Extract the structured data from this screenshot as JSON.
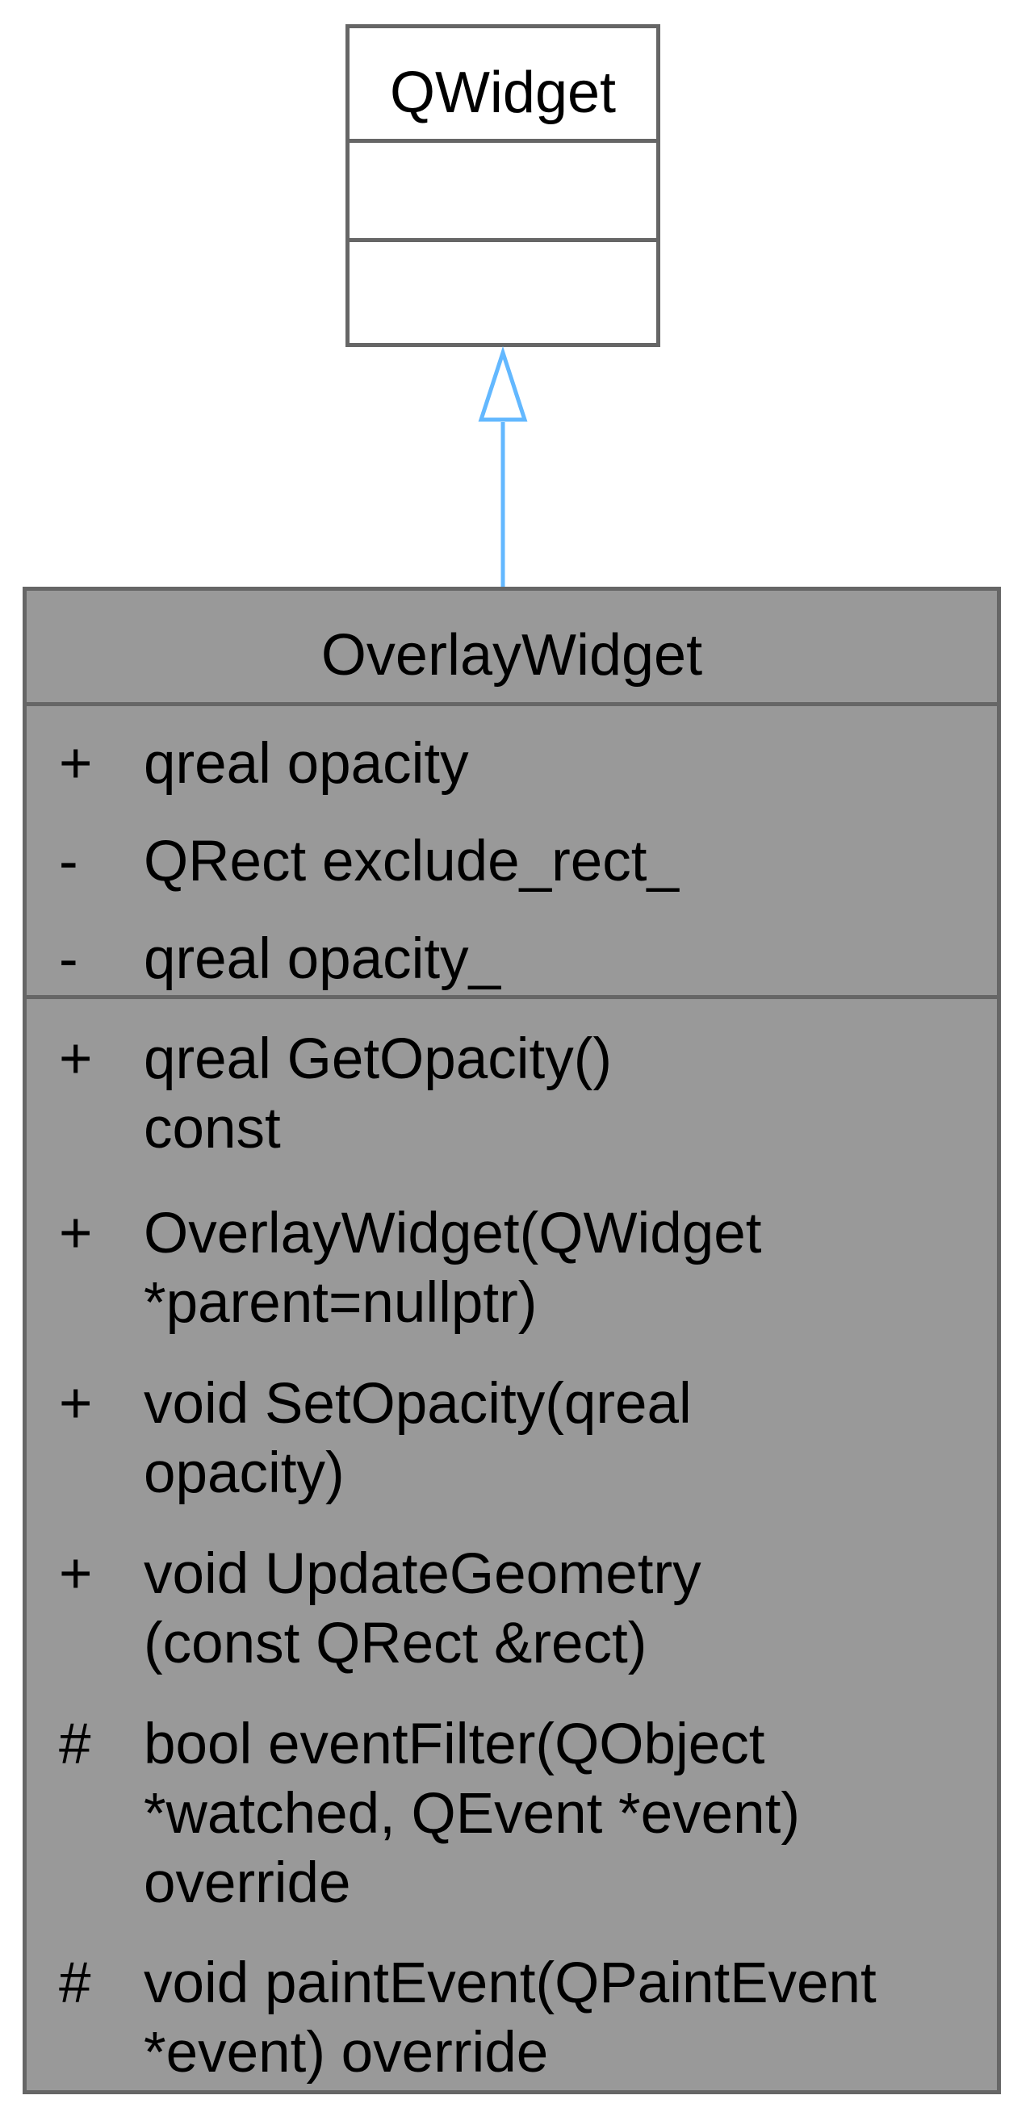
{
  "parent_class": {
    "name": "QWidget",
    "attributes": [],
    "methods": []
  },
  "child_class": {
    "name": "OverlayWidget",
    "attributes": [
      {
        "vis": "+",
        "lines": [
          "qreal opacity"
        ]
      },
      {
        "vis": "-",
        "lines": [
          "QRect exclude_rect_"
        ]
      },
      {
        "vis": "-",
        "lines": [
          "qreal opacity_"
        ]
      }
    ],
    "methods": [
      {
        "vis": "+",
        "lines": [
          "qreal GetOpacity()",
          "const"
        ]
      },
      {
        "vis": "+",
        "lines": [
          "OverlayWidget(QWidget",
          "*parent=nullptr)"
        ]
      },
      {
        "vis": "+",
        "lines": [
          "void SetOpacity(qreal",
          "opacity)"
        ]
      },
      {
        "vis": "+",
        "lines": [
          "void UpdateGeometry",
          "(const QRect &rect)"
        ]
      },
      {
        "vis": "#",
        "lines": [
          "bool eventFilter(QObject",
          "*watched, QEvent *event)",
          "override"
        ]
      },
      {
        "vis": "#",
        "lines": [
          "void paintEvent(QPaintEvent",
          "*event) override"
        ]
      }
    ]
  },
  "relation": {
    "type": "inheritance",
    "color": "#63b8ff"
  },
  "colors": {
    "child_fill": "#999999",
    "parent_fill": "#ffffff",
    "border": "#666666"
  }
}
